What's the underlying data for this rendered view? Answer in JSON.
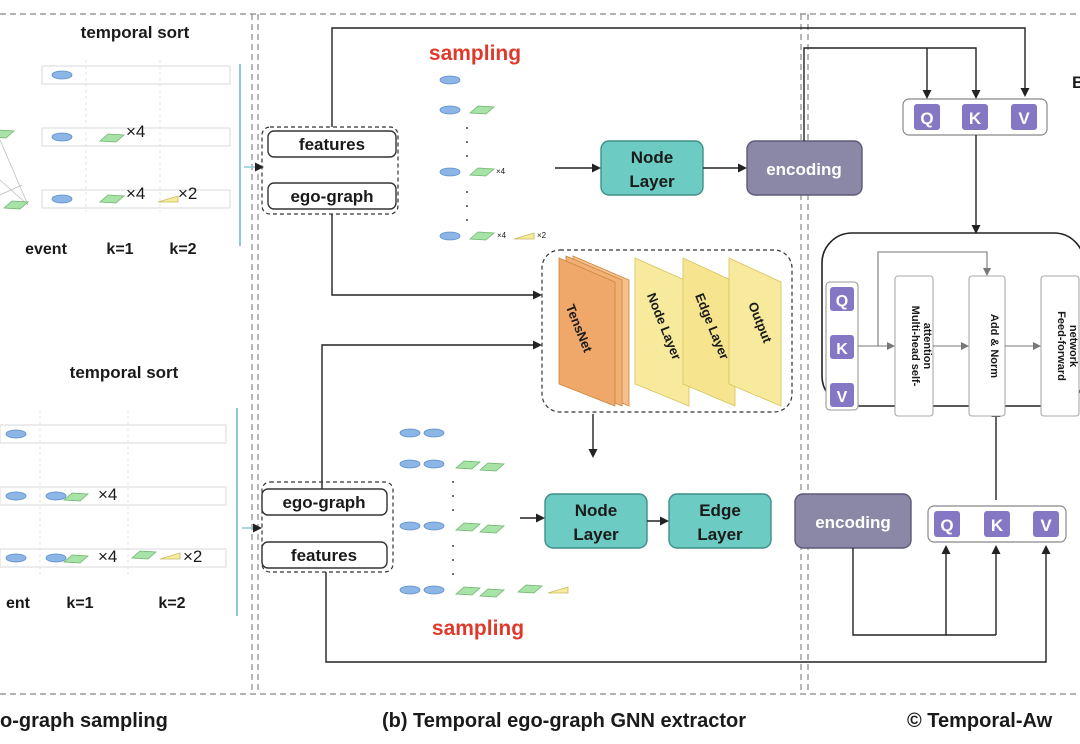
{
  "panel_a": {
    "top": {
      "title": "temporal sort",
      "row2_mult": "×4",
      "row3_mult1": "×4",
      "row3_mult2": "×2",
      "col_event": "event",
      "col_k1": "k=1",
      "col_k2": "k=2"
    },
    "bottom": {
      "title": "temporal sort",
      "row2_mult": "×4",
      "row3_mult1": "×4",
      "row3_mult2": "×2",
      "col_event": "ent",
      "col_k1": "k=1",
      "col_k2": "k=2"
    },
    "caption": "o-graph sampling"
  },
  "panel_b": {
    "top": {
      "sampling": "sampling",
      "features": "features",
      "ego_graph": "ego-graph",
      "node_layer_line1": "Node",
      "node_layer_line2": "Layer",
      "encoding": "encoding",
      "mult4": "×4",
      "mult2": "×2"
    },
    "middle": {
      "tensnet": "TensNet",
      "node_layer": "Node Layer",
      "edge_layer": "Edge Layer",
      "output": "Output"
    },
    "bottom": {
      "sampling": "sampling",
      "ego_graph": "ego-graph",
      "features": "features",
      "node_layer_line1": "Node",
      "node_layer_line2": "Layer",
      "edge_layer_line1": "Edge",
      "edge_layer_line2": "Layer",
      "encoding": "encoding"
    },
    "caption": "(b) Temporal ego-graph GNN extractor"
  },
  "panel_c": {
    "right_letter": "B",
    "qkv_top": [
      "Q",
      "K",
      "V"
    ],
    "qkv_bottom": [
      "Q",
      "K",
      "V"
    ],
    "qkv_inner": [
      "Q",
      "K",
      "V"
    ],
    "attention_line1": "Multi-head self-",
    "attention_line2": "attention",
    "add_norm": "Add & Norm",
    "ffn_line1": "Feed-forward",
    "ffn_line2": "network",
    "caption": "© Temporal-Aw"
  },
  "colors": {
    "teal": "#6ccbc2",
    "slate": "#8a88a6",
    "orange": "#f0a86a",
    "yellow": "#f7ea9c",
    "red": "#e0392b",
    "qkv": "#8577c3",
    "ellipse": "#8bb6e6",
    "diamond": "#a7e2a6"
  }
}
